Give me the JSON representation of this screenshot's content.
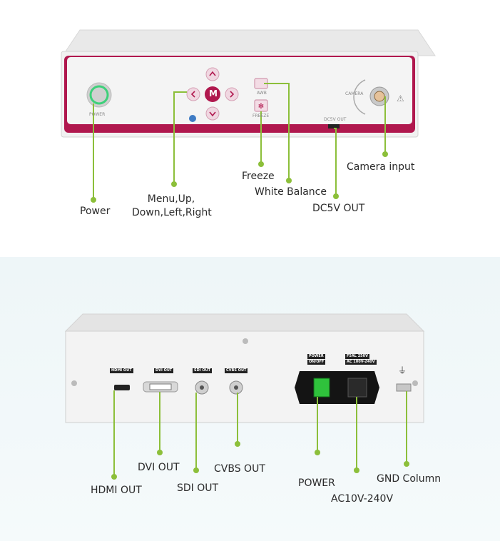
{
  "front_panel": {
    "power_key_text": "POWER",
    "awb_key_text": "AWB",
    "freeze_key_text": "FREEZE",
    "menu_key_text": "M",
    "dc5v_port_text": "DC5V OUT",
    "camera_port_text": "CAMERA",
    "labels": {
      "power": "Power",
      "menu_line1": "Menu,Up,",
      "menu_line2": "Down,Left,Right",
      "freeze": "Freeze",
      "white_balance": "White Balance",
      "dc5v_out": "DC5V OUT",
      "camera_input": "Camera input"
    }
  },
  "rear_panel": {
    "hdmi_port_text": "HDMI OUT",
    "dvi_port_text": "DVI OUT",
    "sdi_port_text": "SDI OUT",
    "cvbs_port_text": "CVBS OUT",
    "power_switch_text_1": "POWER",
    "power_switch_text_2": "ON/OFF",
    "fuse_text_1": "F5AL 250V",
    "fuse_text_2": "AC 100V-240V",
    "labels": {
      "hdmi_out": "HDMI OUT",
      "dvi_out": "DVI OUT",
      "sdi_out": "SDI OUT",
      "cvbs_out": "CVBS OUT",
      "power": "POWER",
      "ac_range": "AC10V-240V",
      "gnd_column": "GND Column"
    }
  },
  "colors": {
    "callout_line": "#8cbf3a",
    "accent_magenta": "#b0184e",
    "device_body": "#eeeeee"
  }
}
